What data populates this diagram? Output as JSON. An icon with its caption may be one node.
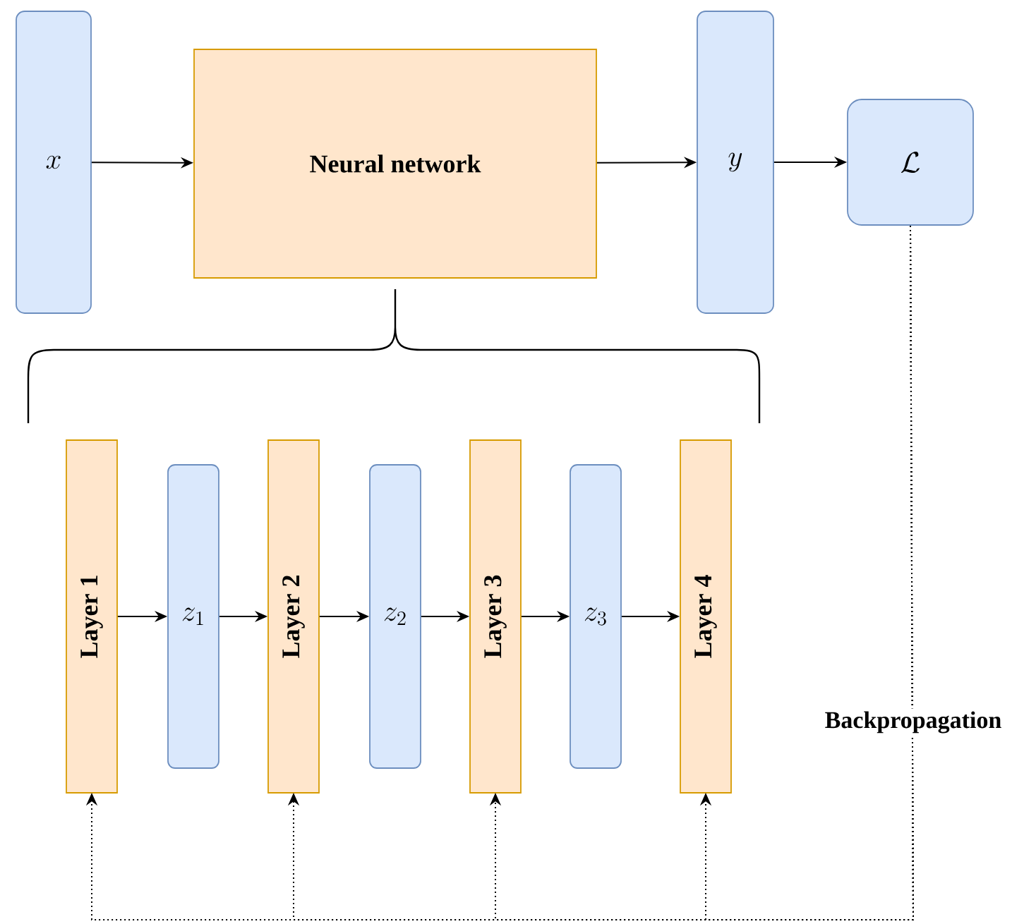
{
  "diagram": {
    "nodes": [
      {
        "text": [
          "x"
        ]
      },
      {
        "text": [
          "Neural network"
        ]
      },
      {
        "text": [
          "y"
        ]
      },
      {
        "text": [
          "\\mathcal{L}"
        ]
      },
      {
        "text": [
          "Layer 1"
        ]
      },
      {
        "text": [
          "z_1"
        ]
      },
      {
        "text": [
          "Layer 2"
        ]
      },
      {
        "text": [
          "z_2"
        ]
      },
      {
        "text": [
          "Layer 3"
        ]
      },
      {
        "text": [
          "z_3"
        ]
      },
      {
        "text": [
          "Layer 4"
        ]
      }
    ],
    "edges": [
      {
        "from": 0,
        "to": 1,
        "arrow": "to"
      },
      {
        "from": 1,
        "to": 2,
        "arrow": "to"
      },
      {
        "from": 2,
        "to": 3,
        "arrow": "to"
      },
      {
        "from": 4,
        "to": 5,
        "arrow": "to"
      },
      {
        "from": 5,
        "to": 6,
        "arrow": "to"
      },
      {
        "from": 6,
        "to": 7,
        "arrow": "to"
      },
      {
        "from": 7,
        "to": 8,
        "arrow": "to"
      },
      {
        "from": 8,
        "to": 9,
        "arrow": "to"
      },
      {
        "from": 9,
        "to": 10,
        "arrow": "to"
      },
      {
        "from": 3,
        "to": 4,
        "arrow": "to",
        "style": "dashed"
      },
      {
        "from": 3,
        "to": 6,
        "arrow": "to",
        "style": "dashed"
      },
      {
        "from": 3,
        "to": 8,
        "arrow": "to",
        "style": "dashed"
      },
      {
        "from": 3,
        "to": 10,
        "arrow": "to",
        "style": "dashed",
        "label": "Backpropagation"
      }
    ]
  }
}
